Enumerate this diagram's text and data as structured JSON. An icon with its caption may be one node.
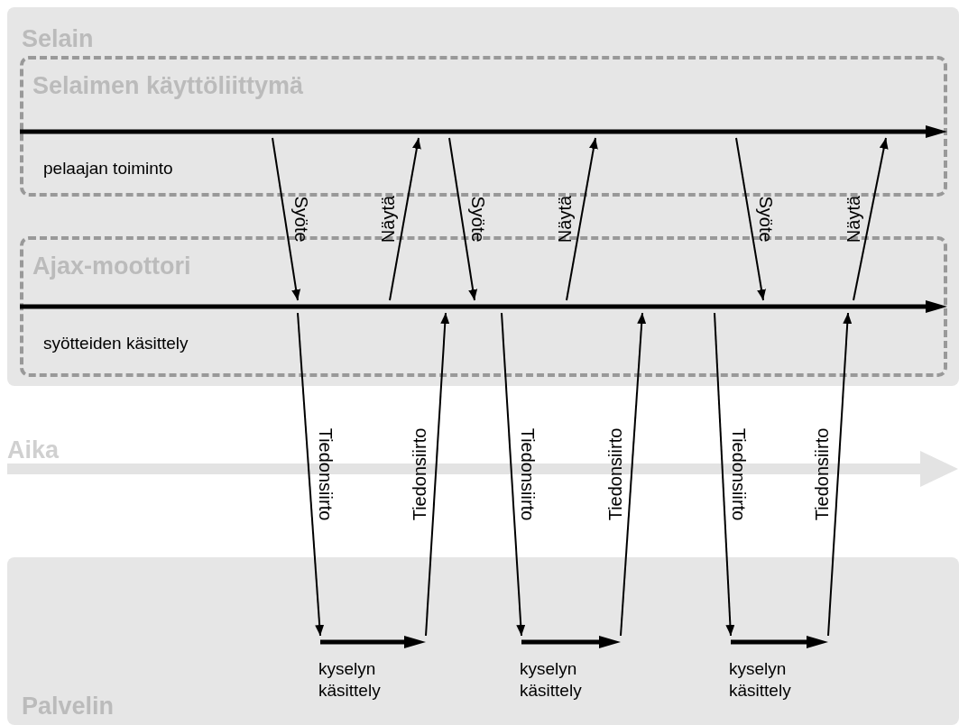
{
  "diagram": {
    "nodes": [
      {
        "text": [
          "Selain"
        ]
      },
      {
        "text": [
          "Selaimen käyttöliittymä"
        ],
        "in": 0
      },
      {
        "text": [],
        "shape": "arrow",
        "in": 1,
        "beside": [
          "pelaajan toiminto"
        ]
      },
      {
        "text": [
          "Ajax-moottori"
        ],
        "in": 0
      },
      {
        "text": [],
        "shape": "arrow",
        "in": 3,
        "beside": [
          "syötteiden käsittely"
        ]
      },
      {
        "text": [
          "Palvelin"
        ]
      },
      {
        "text": [],
        "shape": "arrow",
        "in": 5,
        "beside": [
          "kyselyn käsittely"
        ]
      },
      {
        "text": [],
        "shape": "arrow",
        "in": 5,
        "beside": [
          "kyselyn käsittely"
        ]
      },
      {
        "text": [],
        "shape": "arrow",
        "in": 5,
        "beside": [
          "kyselyn käsittely"
        ]
      }
    ],
    "edges": [
      {
        "from": 2,
        "to": 4,
        "arrow": "to",
        "label": "Syöte"
      },
      {
        "from": 4,
        "to": 2,
        "arrow": "to",
        "label": "Näytä"
      },
      {
        "from": 2,
        "to": 4,
        "arrow": "to",
        "label": "Syöte"
      },
      {
        "from": 4,
        "to": 2,
        "arrow": "to",
        "label": "Näytä"
      },
      {
        "from": 2,
        "to": 4,
        "arrow": "to",
        "label": "Syöte"
      },
      {
        "from": 4,
        "to": 2,
        "arrow": "to",
        "label": "Näytä"
      },
      {
        "from": 4,
        "to": 6,
        "arrow": "to",
        "label": "Tiedonsiirto"
      },
      {
        "from": 6,
        "to": 4,
        "arrow": "to",
        "label": "Tiedonsiirto"
      },
      {
        "from": 4,
        "to": 7,
        "arrow": "to",
        "label": "Tiedonsiirto"
      },
      {
        "from": 7,
        "to": 4,
        "arrow": "to",
        "label": "Tiedonsiirto"
      },
      {
        "from": 4,
        "to": 8,
        "arrow": "to",
        "label": "Tiedonsiirto"
      },
      {
        "from": 8,
        "to": 4,
        "arrow": "to",
        "label": "Tiedonsiirto"
      }
    ],
    "labels": [
      "Aika"
    ]
  }
}
